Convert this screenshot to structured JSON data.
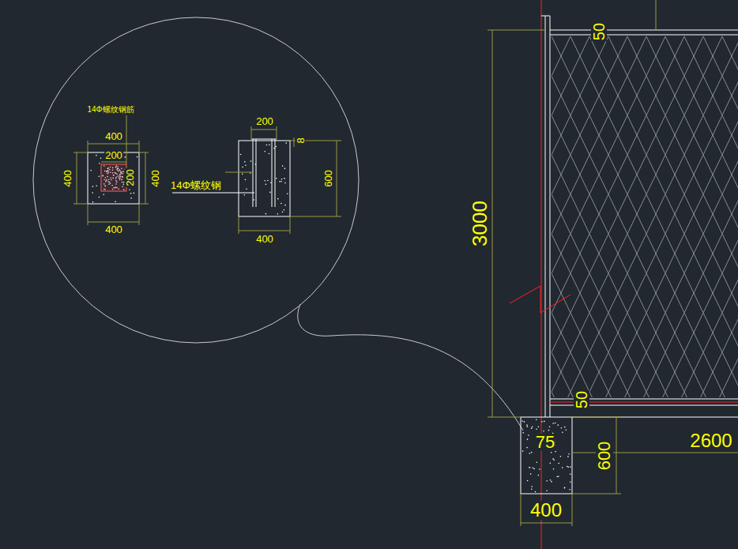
{
  "diagram": {
    "labels": [
      "14Φ螺纹钢筋",
      "400",
      "200",
      "400",
      "200",
      "400",
      "400",
      "200",
      "8",
      "14Φ螺纹钢",
      "600",
      "400",
      "50",
      "3000",
      "50",
      "75",
      "600",
      "2600",
      "400"
    ]
  }
}
